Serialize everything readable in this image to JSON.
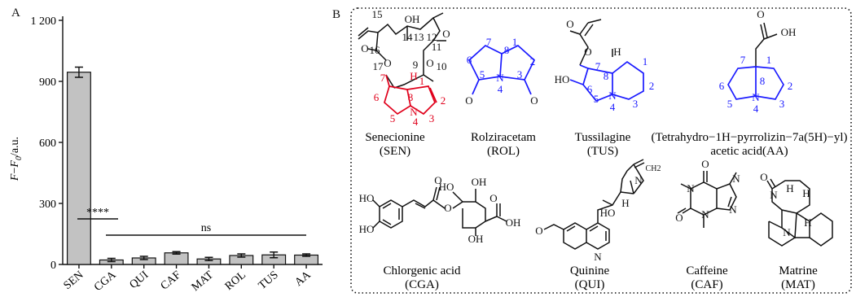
{
  "panel_a": {
    "letter": "A",
    "ylabel_main": "F",
    "ylabel_minus": "−",
    "ylabel_sub0": "F",
    "ylabel_sub_index": "0",
    "ylabel_unit": "/a.u.",
    "significance": {
      "high": "****",
      "ns": "ns"
    }
  },
  "chart_data": {
    "type": "bar",
    "categories": [
      "SEN",
      "CGA",
      "QUI",
      "CAF",
      "MAT",
      "ROL",
      "TUS",
      "AA"
    ],
    "series": [
      {
        "values": [
          945,
          22,
          32,
          57,
          27,
          44,
          47,
          46
        ],
        "errors": [
          25,
          8,
          8,
          6,
          8,
          8,
          14,
          6
        ]
      }
    ],
    "yticks": [
      0,
      300,
      600,
      900,
      1200
    ],
    "yticklabels": [
      "0",
      "300",
      "600",
      "900",
      "1 200"
    ],
    "ylim": [
      0,
      1200
    ],
    "bar_color": "#c2c2c2",
    "grid": false
  },
  "panel_b": {
    "letter": "B",
    "molecules": [
      {
        "name": "Senecionine",
        "abbr": "(SEN)"
      },
      {
        "name": "Rolziracetam",
        "abbr": "(ROL)"
      },
      {
        "name": "Tussilagine",
        "abbr": "(TUS)"
      },
      {
        "name": "(Tetrahydro−1H−pyrrolizin−7a(5H)−yl)",
        "abbr": "acetic acid(AA)"
      },
      {
        "name": "Chlorgenic acid",
        "abbr": "(CGA)"
      },
      {
        "name": "Quinine",
        "abbr": "(QUI)"
      },
      {
        "name": "Caffeine",
        "abbr": "(CAF)"
      },
      {
        "name": "Matrine",
        "abbr": "(MAT)"
      }
    ],
    "atom_labels": {
      "o": "O",
      "oh": "OH",
      "ho": "HO",
      "h": "H",
      "n": "N",
      "ch2": "CH2",
      "n1": "1",
      "n2": "2",
      "n3": "3",
      "n4": "4",
      "n5": "5",
      "n6": "6",
      "n7": "7",
      "n8": "8",
      "n9": "9",
      "n10": "10",
      "n11": "11",
      "n12": "12",
      "n13": "13",
      "n14": "14",
      "n15": "15",
      "n16": "16",
      "n17": "17"
    },
    "colors": {
      "red": "#e0001b",
      "blue": "#1a1aff",
      "black": "#111111"
    }
  }
}
